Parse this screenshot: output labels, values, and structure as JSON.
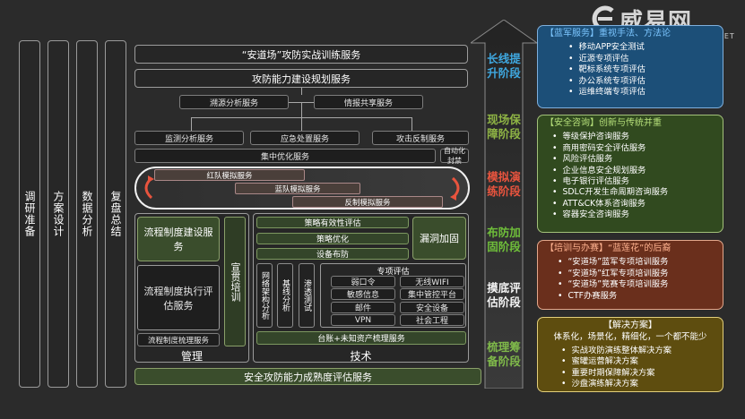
{
  "watermark": {
    "brand": "威易网",
    "url": "WWW.WESTE.NET"
  },
  "left_columns": [
    "调研准备",
    "方案设计",
    "数据分析",
    "复盘总结"
  ],
  "center": {
    "top1": "“安道场”攻防实战训练服务",
    "top2": "攻防能力建设规划服务",
    "row1": [
      "溯源分析服务",
      "情报共享服务"
    ],
    "row2": [
      "监测分析服务",
      "应急处置服务",
      "攻击反制服务"
    ],
    "row3": [
      "集中优化服务",
      "自动化封禁"
    ],
    "sim": [
      "红队模拟服务",
      "蓝队模拟服务",
      "反制模拟服务"
    ],
    "manage": {
      "items": [
        "流程制度建设服务",
        "流程制度执行评估服务",
        "流程制度梳理服务"
      ],
      "training": "宣贯培训",
      "label": "管理"
    },
    "tech": {
      "bars": [
        "策略有效性评估",
        "策略优化",
        "设备布防"
      ],
      "vuln": "漏洞加固",
      "vert": [
        "网络架构分析",
        "基线分析",
        "渗透测试"
      ],
      "assess_title": "专项评估",
      "assess": [
        "弱口令",
        "无线WIFI",
        "敏感信息",
        "集中管控平台",
        "邮件",
        "安全设备",
        "VPN",
        "社会工程"
      ],
      "ledger": "台账+未知资产梳理服务",
      "label": "技术"
    },
    "bottom": "安全攻防能力成熟度评估服务"
  },
  "stages": [
    {
      "text": "长线提升阶段",
      "color": "#3fa8e0"
    },
    {
      "text": "现场保障阶段",
      "color": "#8fb545"
    },
    {
      "text": "模拟演练阶段",
      "color": "#e8543e"
    },
    {
      "text": "布防加固阶段",
      "color": "#6fbf3a"
    },
    {
      "text": "摸底评估阶段",
      "color": "#f4f4f4"
    },
    {
      "text": "梳理筹备阶段",
      "color": "#7fb94a"
    }
  ],
  "panels": [
    {
      "title": "【蓝军服务】重视手法、方法论",
      "items": [
        "移动APP安全测试",
        "近源专项评估",
        "靶标系统专项评估",
        "办公系统专项评估",
        "运维终端专项评估"
      ],
      "border": "#7fb0dd",
      "bg": "#1c4f78",
      "title_color": "#7cc6ff"
    },
    {
      "title": "【安全咨询】创新与传统并重",
      "items": [
        "等级保护咨询服务",
        "商用密码安全评估服务",
        "风险评估服务",
        "企业信息安全规划服务",
        "电子银行评估服务",
        "SDLC开发生命周期咨询服务",
        "ATT&CK体系咨询服务",
        "容器安全咨询服务"
      ],
      "border": "#a3c17a",
      "bg": "#314a1f",
      "title_color": "#b6e07a"
    },
    {
      "title": "【培训与办赛】“蓝莲花”的后裔",
      "items": [
        "“安道场”蓝军专项培训服务",
        "“安道场”红军专项培训服务",
        "“安道场”竞赛专项培训服务",
        "CTF办赛服务"
      ],
      "border": "#e3a88c",
      "bg": "#6a2f1c",
      "title_color": "#ffb28f"
    },
    {
      "title": "【解决方案】",
      "subtitle": "体系化，场景化，精细化，一个都不能少",
      "items": [
        "实战攻防演练整体解决方案",
        "蜜罐运营解决方案",
        "重要时期保障解决方案",
        "沙盘演练解决方案"
      ],
      "border": "#e3cf7a",
      "bg": "#5e4d0f",
      "title_color": "#ffffff"
    }
  ]
}
